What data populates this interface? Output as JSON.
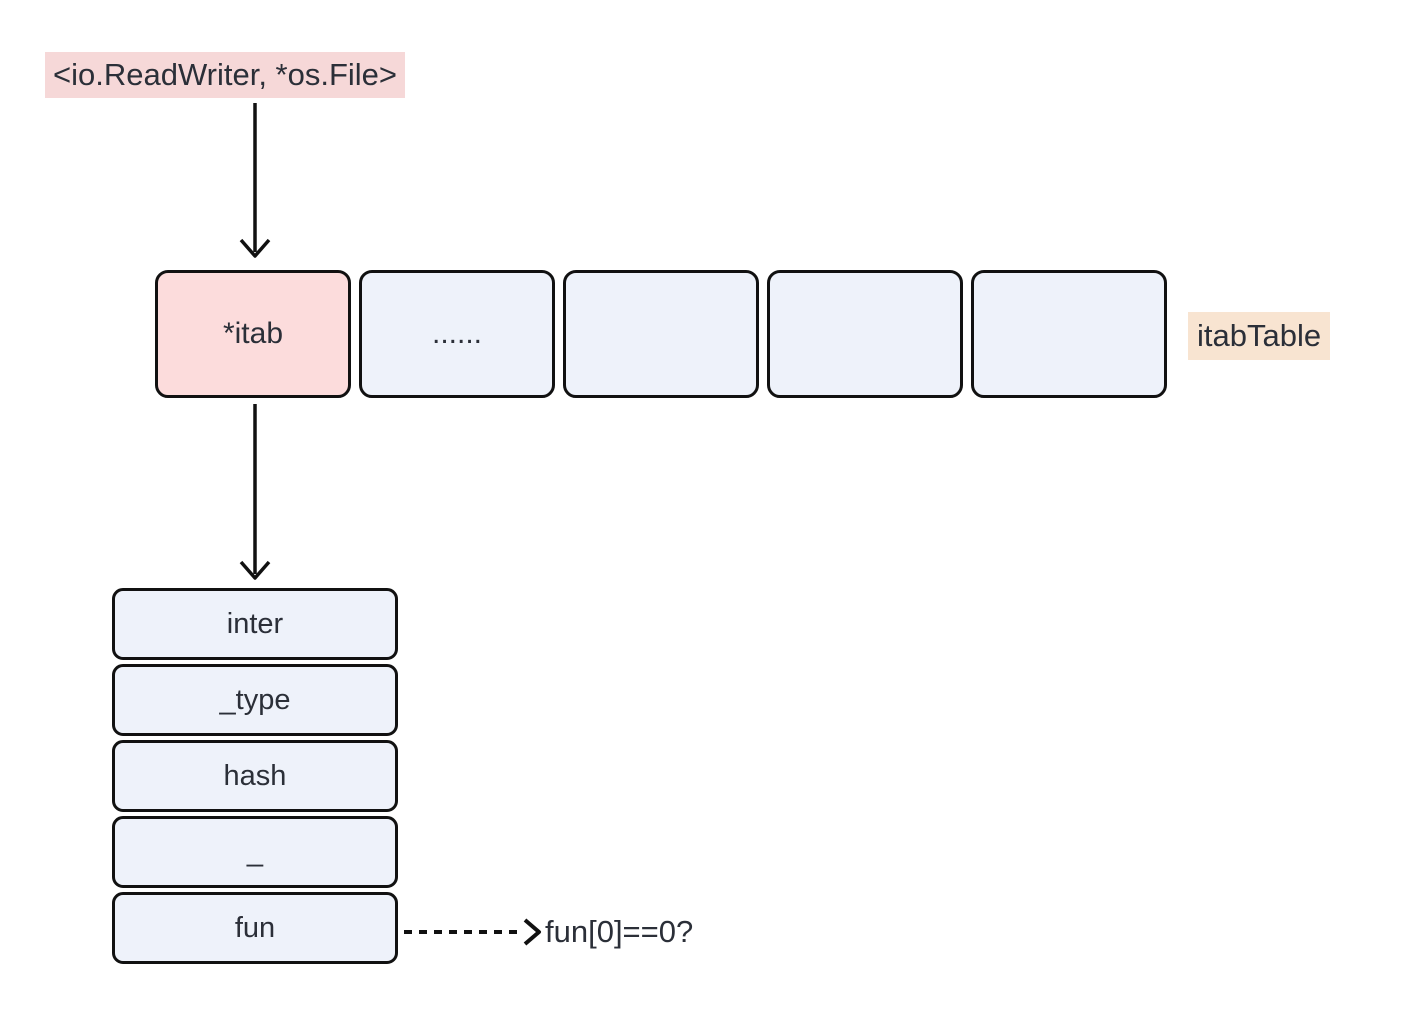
{
  "diagram": {
    "top_label": "<io.ReadWriter, *os.File>",
    "itab_row": {
      "cells": [
        "*itab",
        "......",
        "",
        "",
        ""
      ],
      "label": "itabTable"
    },
    "itab_struct": {
      "fields": [
        "inter",
        "_type",
        "hash",
        "_",
        "fun"
      ]
    },
    "fun_annotation": "fun[0]==0?",
    "colors": {
      "highlight_pink": "#f6d8d8",
      "cell_pink": "#fcdcdc",
      "cell_blue": "#eef2fa",
      "highlight_tan": "#f8e4d1",
      "border": "#111111",
      "text": "#2b2f38"
    }
  }
}
